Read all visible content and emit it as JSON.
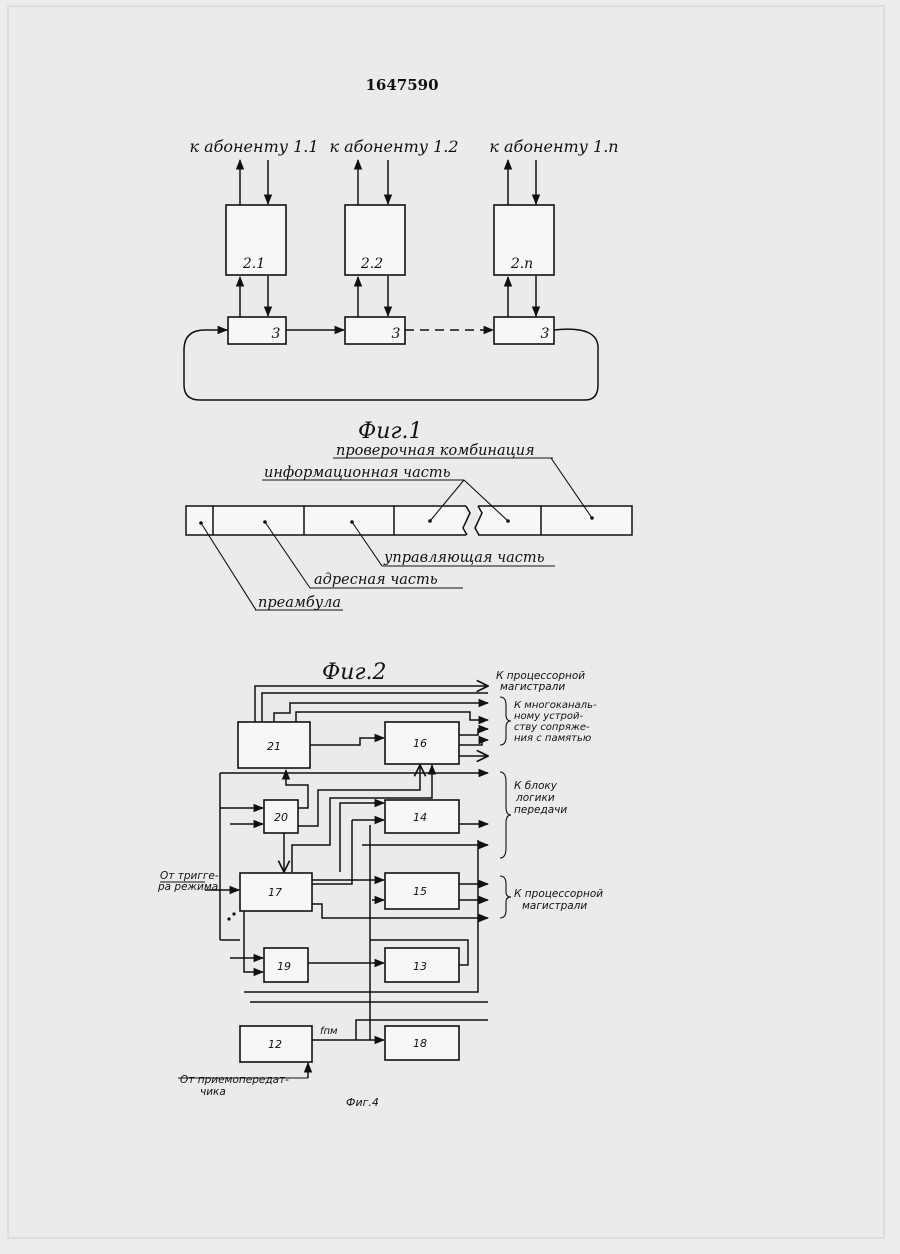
{
  "patent_number": "1647590",
  "fig1": {
    "subscriber_labels": [
      "к абоненту 1.1",
      "к абоненту 1.2",
      "к абоненту 1.n"
    ],
    "unit_labels": [
      "2.1",
      "2.2",
      "2.n"
    ],
    "node_labels": [
      "3",
      "3",
      "3"
    ],
    "caption": "Фиг.1"
  },
  "fig2": {
    "labels": {
      "check": "проверочная комбинация",
      "info": "информационная часть",
      "control": "управляющая часть",
      "address": "адресная часть",
      "preamble": "преамбула"
    },
    "caption": "Фиг.2"
  },
  "fig4": {
    "blocks": {
      "b21": "21",
      "b16": "16",
      "b20": "20",
      "b14": "14",
      "b17": "17",
      "b15": "15",
      "b19": "19",
      "b13": "13",
      "b12": "12",
      "b18": "18"
    },
    "right_labels": {
      "proc_bus_top": [
        "К процессорной",
        "магистрали"
      ],
      "multichannel": [
        "К многоканаль-",
        "ному устрой-",
        "ству сопряже-",
        "ния с памятью"
      ],
      "logic": [
        "К блоку",
        "логики",
        "передачи"
      ],
      "proc_bus_mid": [
        "К процессорной",
        "магистрали"
      ]
    },
    "left_labels": {
      "trigger": [
        "От тригге-",
        "ра режима"
      ],
      "transceiver": [
        "От приемопередат-",
        "чика"
      ]
    },
    "freq_label": "fпм",
    "caption": "Фиг.4"
  }
}
